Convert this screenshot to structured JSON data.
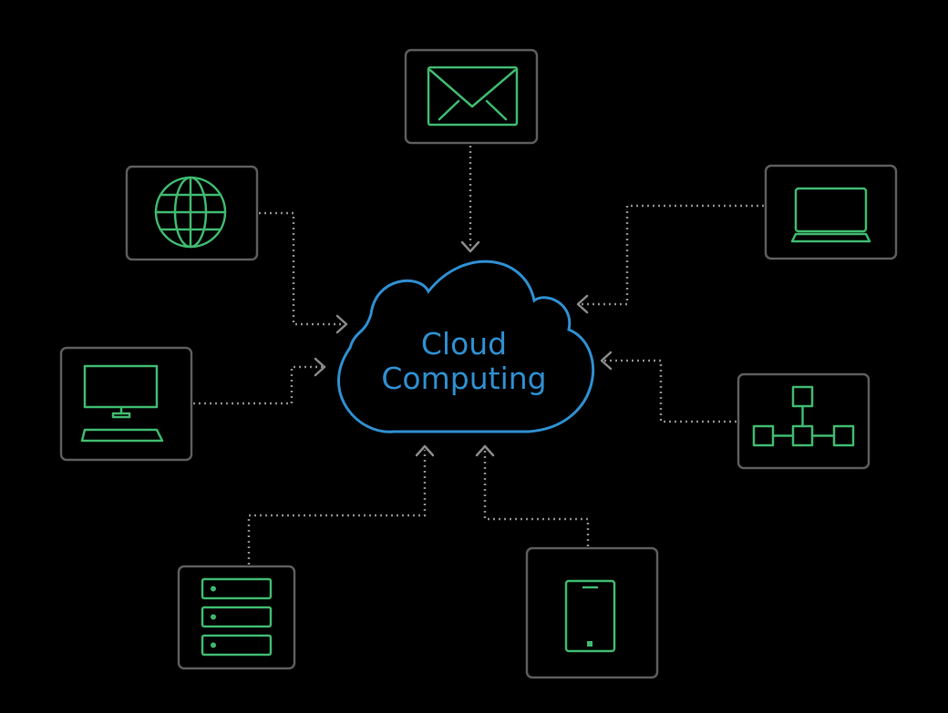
{
  "diagram": {
    "center_label_line1": "Cloud",
    "center_label_line2": "Computing",
    "nodes": [
      {
        "id": "email",
        "icon": "envelope-icon"
      },
      {
        "id": "internet",
        "icon": "globe-icon"
      },
      {
        "id": "laptop",
        "icon": "laptop-icon"
      },
      {
        "id": "desktop",
        "icon": "desktop-computer-icon"
      },
      {
        "id": "network",
        "icon": "network-topology-icon"
      },
      {
        "id": "server",
        "icon": "server-rack-icon"
      },
      {
        "id": "tablet",
        "icon": "tablet-icon"
      }
    ]
  },
  "colors": {
    "background": "#000000",
    "cloud": "#2f8fd0",
    "icons": "#3fb96f",
    "box_border": "#5d5d5d",
    "connectors": "#8a8a8a"
  }
}
